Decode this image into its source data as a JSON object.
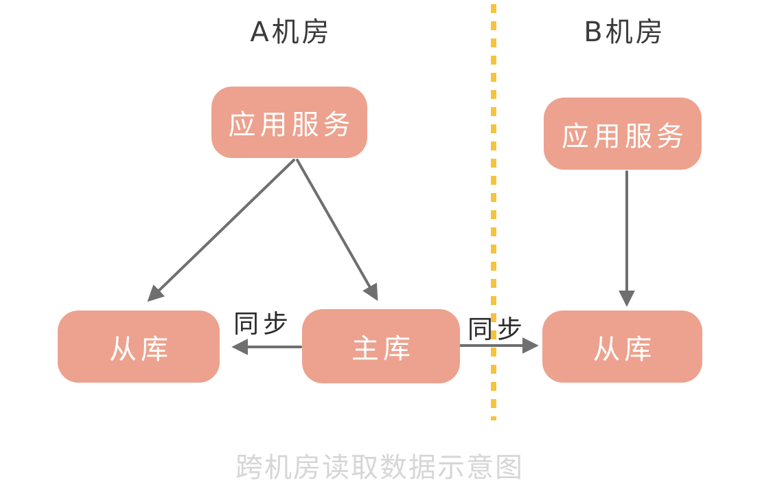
{
  "diagram": {
    "zones": [
      {
        "id": "A",
        "label": "A机房"
      },
      {
        "id": "B",
        "label": "B机房"
      }
    ],
    "nodes": {
      "app_a": "应用服务",
      "slave_a": "从库",
      "master_a": "主库",
      "app_b": "应用服务",
      "slave_b": "从库"
    },
    "edges": [
      {
        "from": "app_a",
        "to": "slave_a",
        "label": ""
      },
      {
        "from": "app_a",
        "to": "master_a",
        "label": ""
      },
      {
        "from": "master_a",
        "to": "slave_a",
        "label": "同步"
      },
      {
        "from": "master_a",
        "to": "slave_b",
        "label": "同步"
      },
      {
        "from": "app_b",
        "to": "slave_b",
        "label": ""
      }
    ],
    "caption": "跨机房读取数据示意图",
    "colors": {
      "node_fill": "#ECA28E",
      "node_text": "#FFFFFF",
      "arrow": "#6F6F6F",
      "divider": "#F6C33C",
      "zone_title": "#3B3B3B",
      "sync_label": "#2B2B2B",
      "caption_text": "#D6D6D6",
      "background": "#FFFFFF"
    }
  }
}
